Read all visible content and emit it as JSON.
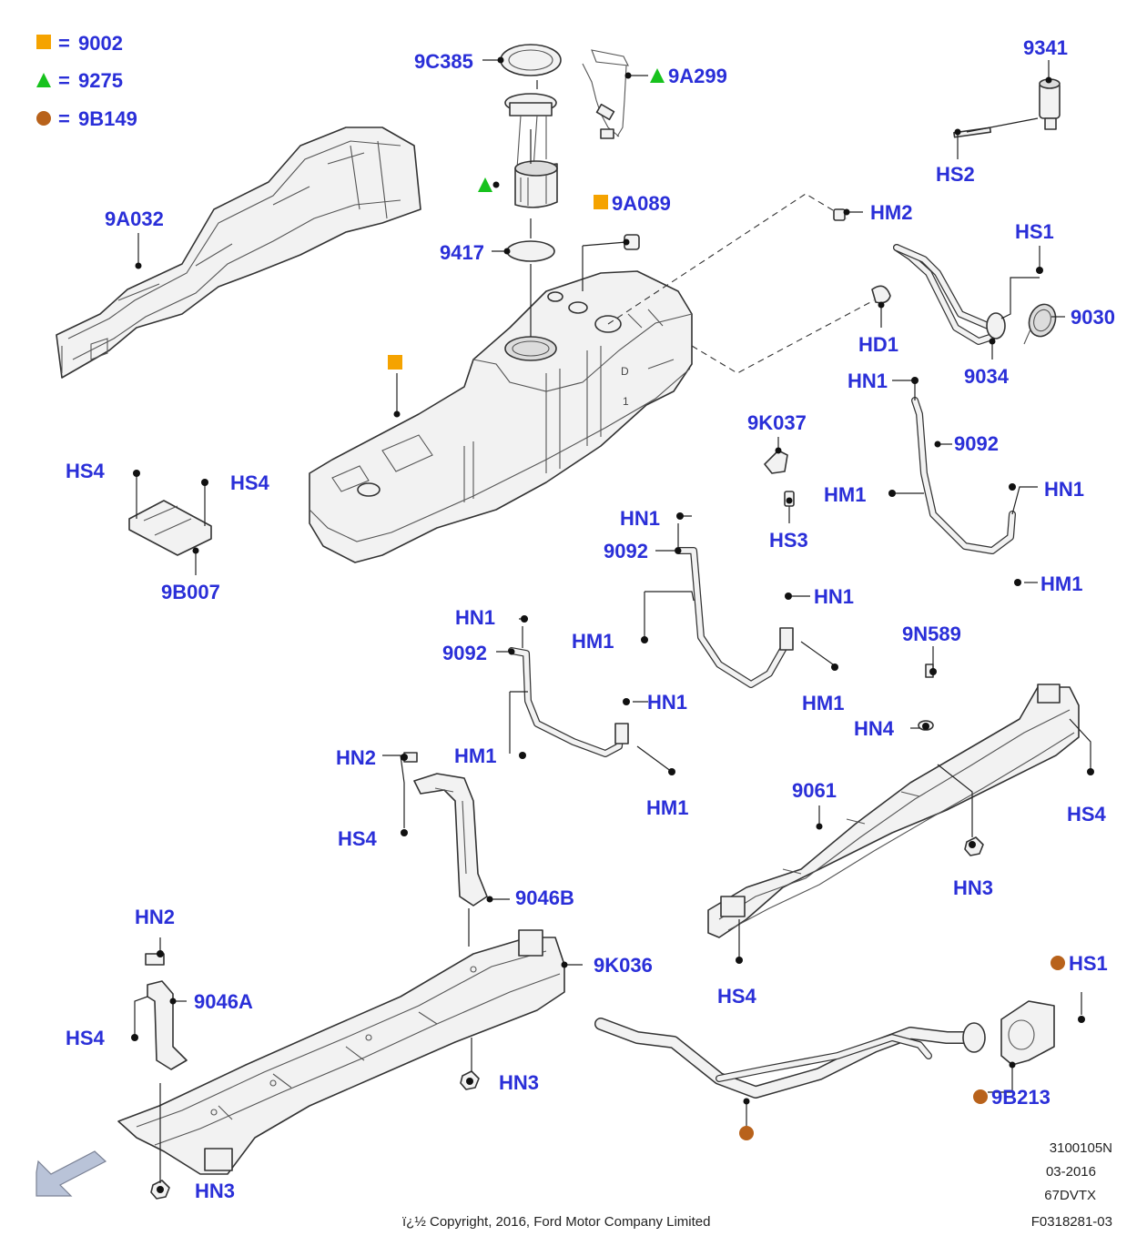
{
  "legend": [
    {
      "shape": "square",
      "color": "#f5a300",
      "separator": "=",
      "label": "9002"
    },
    {
      "shape": "triangle",
      "color": "#17c21d",
      "separator": "=",
      "label": "9275"
    },
    {
      "shape": "circle",
      "color": "#b8621b",
      "separator": "=",
      "label": "9B149"
    }
  ],
  "colors": {
    "label_blue": "#2a2fd8",
    "marker_orange": "#f5a300",
    "marker_green": "#17c21d",
    "marker_brown": "#b8621b"
  },
  "parts": {
    "p_9c385": "9C385",
    "p_9a299": "9A299",
    "p_9341": "9341",
    "p_hs2": "HS2",
    "p_9a032": "9A032",
    "p_9a089": "9A089",
    "p_hm2": "HM2",
    "p_9417": "9417",
    "p_hs1_top": "HS1",
    "p_9030": "9030",
    "p_hd1": "HD1",
    "p_9034": "9034",
    "p_hn1_a": "HN1",
    "p_9k037": "9K037",
    "p_9092_a": "9092",
    "p_hs4_a": "HS4",
    "p_hs4_b": "HS4",
    "p_hm1_a": "HM1",
    "p_hn1_b": "HN1",
    "p_hs3": "HS3",
    "p_hm1_b": "HM1",
    "p_9b007": "9B007",
    "p_hn1_c": "HN1",
    "p_9092_b": "9092",
    "p_hn1_d": "HN1",
    "p_hm1_c": "HM1",
    "p_hm1_d": "HM1",
    "p_hn1_e": "HN1",
    "p_9n589": "9N589",
    "p_9092_c": "9092",
    "p_hn1_f": "HN1",
    "p_hn4": "HN4",
    "p_hn2_a": "HN2",
    "p_hm1_e": "HM1",
    "p_hm1_f": "HM1",
    "p_9061": "9061",
    "p_hs4_c": "HS4",
    "p_hs4_d": "HS4",
    "p_hn3_a": "HN3",
    "p_9046b": "9046B",
    "p_hn2_b": "HN2",
    "p_9k036": "9K036",
    "p_hs1_b": "HS1",
    "p_hs4_e": "HS4",
    "p_9046a": "9046A",
    "p_hs4_f": "HS4",
    "p_hn3_b": "HN3",
    "p_9b213": "9B213",
    "p_hn3_c": "HN3"
  },
  "footer": {
    "code1": "3100105N",
    "date": "03-2016",
    "model": "67DVTX",
    "copyright": "ï¿½ Copyright, 2016, Ford Motor Company Limited",
    "figure": "F0318281-03"
  }
}
